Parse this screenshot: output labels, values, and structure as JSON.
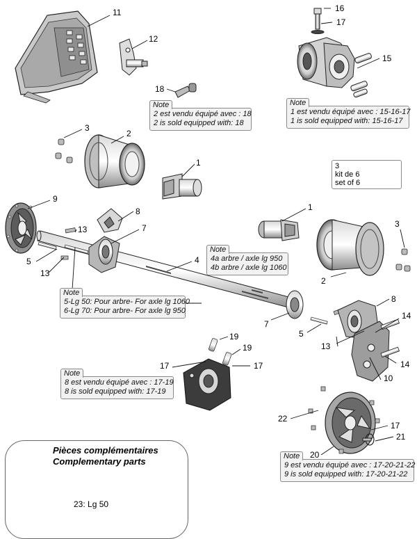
{
  "callouts": [
    "16",
    "17",
    "11",
    "15",
    "12",
    "18",
    "3",
    "2",
    "1",
    "3",
    "9",
    "8",
    "1",
    "13",
    "7",
    "3",
    "5",
    "13",
    "4",
    "2",
    "7",
    "8",
    "14",
    "5",
    "13",
    "14",
    "10",
    "19",
    "19",
    "17",
    "17",
    "22",
    "17",
    "21",
    "20"
  ],
  "notes": [
    {
      "header": "Note",
      "lines": [
        "2 est vendu équipé avec : 18",
        "2 is sold equipped with: 18"
      ]
    },
    {
      "header": "Note",
      "lines": [
        "1 est vendu équipé avec : 15-16-17",
        "1 is sold equipped with: 15-16-17"
      ]
    },
    {
      "header": "Note",
      "lines": [
        "4a arbre / axle lg 950",
        "4b arbre / axle lg 1060"
      ]
    },
    {
      "header": "Note",
      "lines": [
        "5-Lg 50: Pour arbre- For axle lg 1060",
        "6-Lg 70: Pour arbre- For axle lg 950"
      ]
    },
    {
      "header": "Note",
      "lines": [
        "8 est vendu équipé avec : 17-19",
        "8 is sold equipped with: 17-19"
      ]
    },
    {
      "header": "Note",
      "lines": [
        "9 est vendu équipé avec : 17-20-21-22",
        "9 is sold equipped with: 17-20-21-22"
      ]
    }
  ],
  "kit": {
    "number": "3",
    "line1": "kit de 6",
    "line2": "set of 6"
  },
  "complementary": {
    "title_fr": "Pièces complémentaires",
    "title_en": "Complementary parts",
    "item": "23: Lg 50"
  }
}
